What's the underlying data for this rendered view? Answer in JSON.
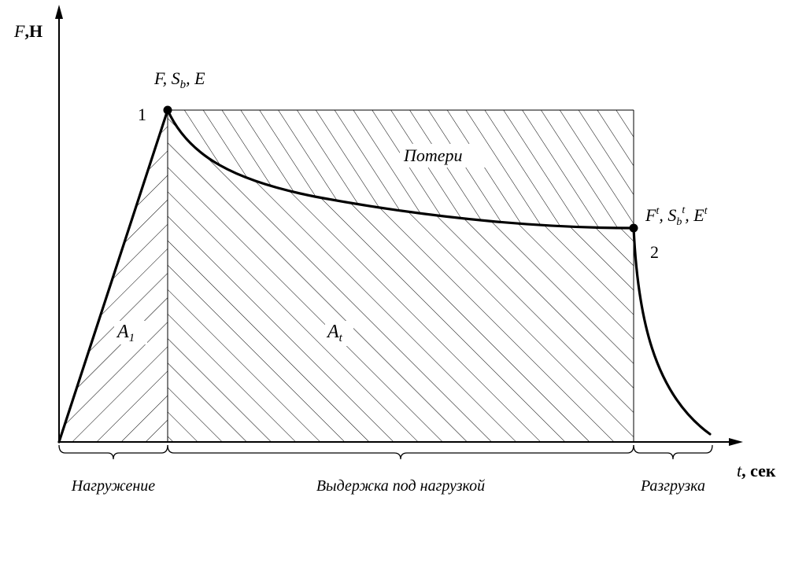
{
  "axis": {
    "y_label_var": "F",
    "y_label_unit": ",Н",
    "x_label_var": "t",
    "x_label_unit": ", сек"
  },
  "points": {
    "p1": {
      "number": "1",
      "label_F": "F",
      "label_sep1": ", ",
      "label_S": "S",
      "label_S_sub": "b",
      "label_sep2": ", ",
      "label_E": "E"
    },
    "p2": {
      "number": "2",
      "label_F": "F",
      "label_F_sup": "t",
      "label_sep1": ", ",
      "label_S": "S",
      "label_S_sub": "b",
      "label_S_sup": "t",
      "label_sep2": ", ",
      "label_E": "E",
      "label_E_sup": "t"
    }
  },
  "regions": {
    "losses": "Потери",
    "a1": {
      "base": "A",
      "sub": "1"
    },
    "at": {
      "base": "A",
      "sub": "t"
    }
  },
  "phases": {
    "loading": "Нагружение",
    "holding": "Выдержка под нагрузкой",
    "unloading": "Разгрузка"
  },
  "colors": {
    "ink": "#000000",
    "background": "#ffffff"
  }
}
